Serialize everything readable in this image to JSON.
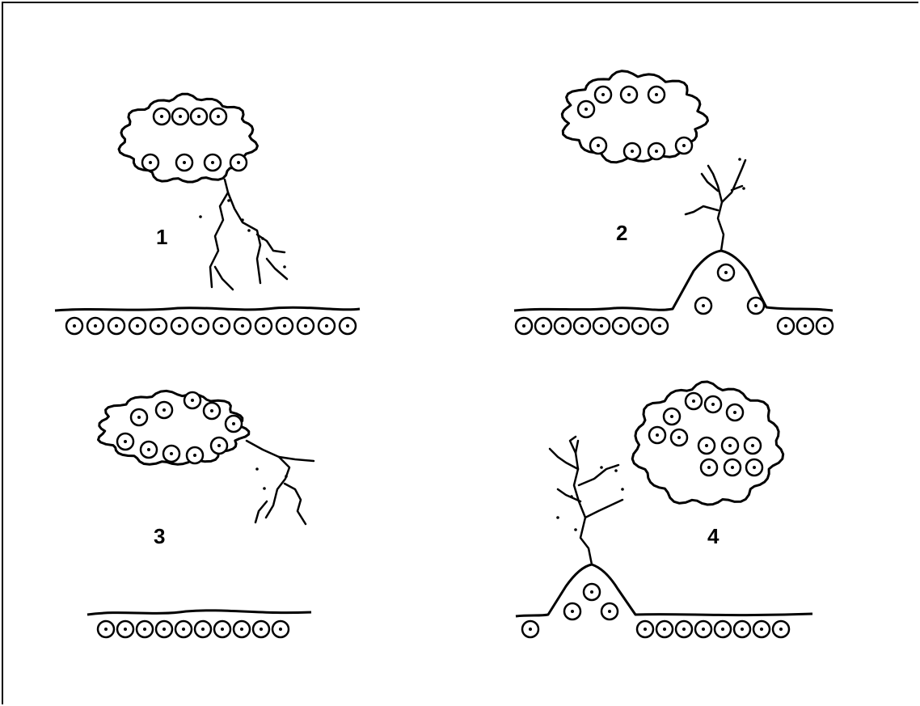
{
  "figure": {
    "panels": [
      {
        "label": "1",
        "description_id": "panel-1"
      },
      {
        "label": "2",
        "description_id": "panel-2"
      },
      {
        "label": "3",
        "description_id": "panel-3"
      },
      {
        "label": "4",
        "description_id": "panel-4"
      }
    ],
    "colors": {
      "ink": "#000000",
      "paper": "#ffffff"
    }
  }
}
